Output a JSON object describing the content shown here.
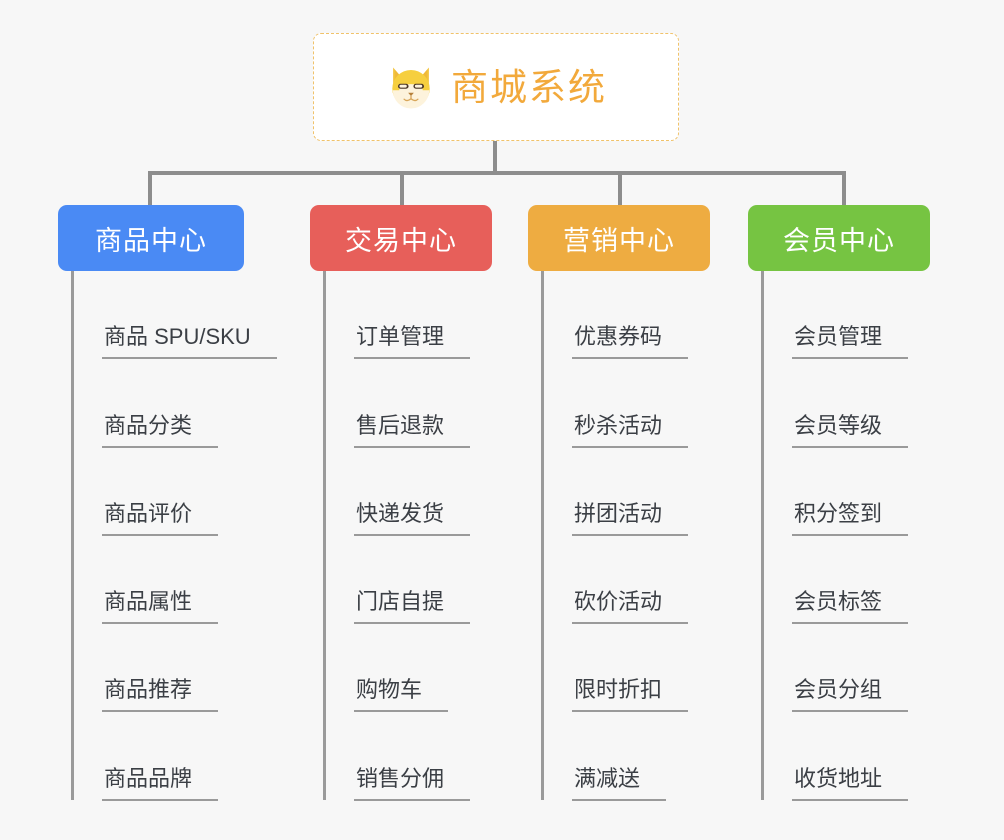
{
  "root": {
    "title": "商城系统",
    "icon": "shiba-dog-icon",
    "border_color": "#f0c26a",
    "text_color": "#f2a93b",
    "background": "#ffffff"
  },
  "canvas": {
    "background": "#f7f7f7",
    "connector_color": "#8d8d8d"
  },
  "categories": [
    {
      "label": "商品中心",
      "color": "#4a8af4",
      "items": [
        "商品 SPU/SKU",
        "商品分类",
        "商品评价",
        "商品属性",
        "商品推荐",
        "商品品牌"
      ]
    },
    {
      "label": "交易中心",
      "color": "#e75f5a",
      "items": [
        "订单管理",
        "售后退款",
        "快递发货",
        "门店自提",
        "购物车",
        "销售分佣"
      ]
    },
    {
      "label": "营销中心",
      "color": "#eeac41",
      "items": [
        "优惠券码",
        "秒杀活动",
        "拼团活动",
        "砍价活动",
        "限时折扣",
        "满减送"
      ]
    },
    {
      "label": "会员中心",
      "color": "#76c442",
      "items": [
        "会员管理",
        "会员等级",
        "积分签到",
        "会员标签",
        "会员分组",
        "收货地址"
      ]
    }
  ]
}
